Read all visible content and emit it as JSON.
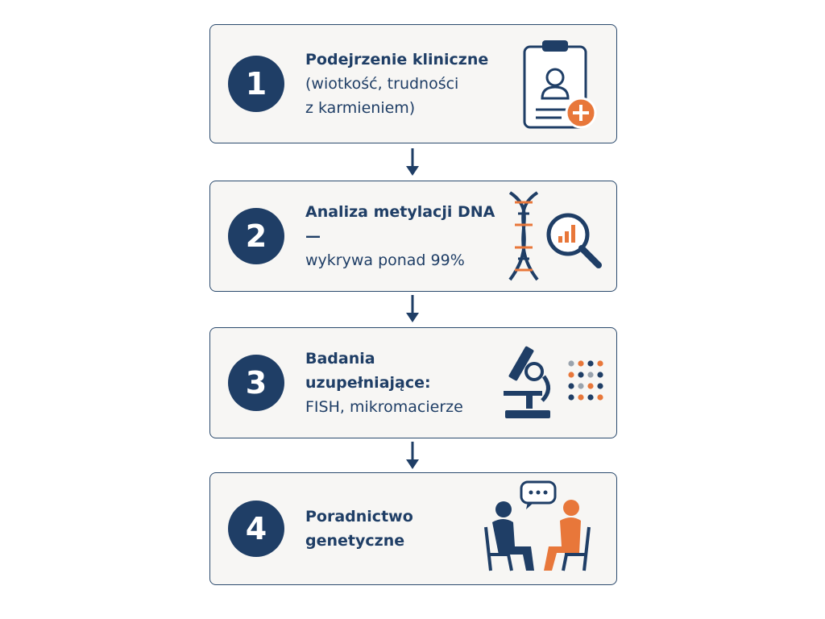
{
  "steps": [
    {
      "number": "1",
      "title": "Podejrzenie kliniczne",
      "lines": [
        "(wiotkość, trudności",
        "z karmieniem)"
      ]
    },
    {
      "number": "2",
      "title": "Analiza metylacji DNA —",
      "lines": [
        "wykrywa ponad 99%"
      ]
    },
    {
      "number": "3",
      "title": "Badania uzupełniające:",
      "lines": [
        "FISH, mikromacierze"
      ]
    },
    {
      "number": "4",
      "title": "Poradnictwo",
      "lines": [
        "genetyczne"
      ]
    }
  ],
  "icons": [
    "clipboard-medical-icon",
    "dna-magnifier-icon",
    "microscope-array-icon",
    "counseling-people-icon"
  ],
  "colors": {
    "navy": "#1f3e66",
    "orange": "#e8773a",
    "gray": "#9aa3ad",
    "background": "#f7f6f4"
  }
}
